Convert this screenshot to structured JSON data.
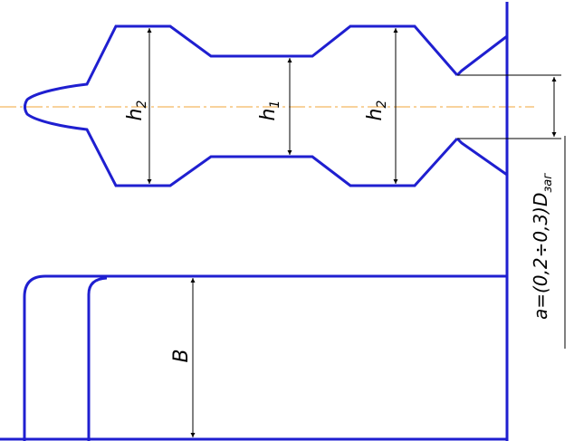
{
  "labels": {
    "h2_left": {
      "base": "h",
      "sub": "2"
    },
    "h1": {
      "base": "h",
      "sub": "1"
    },
    "h2_right": {
      "base": "h",
      "sub": "2"
    },
    "B": "B",
    "formula": {
      "main": "a=(0,2÷0,3)D",
      "sub": "заг"
    }
  },
  "colors": {
    "outline": "#1f1fd0",
    "axis": "#f2a53a",
    "dimension": "#000000"
  }
}
